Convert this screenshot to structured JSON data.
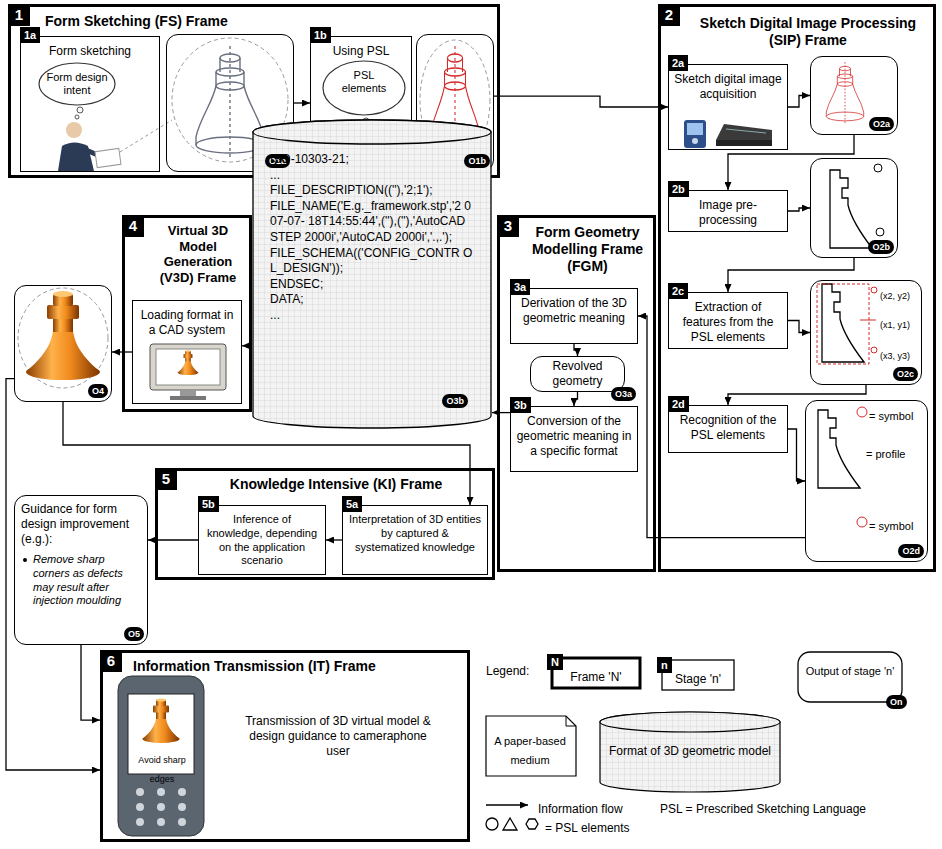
{
  "diagram": {
    "nodes": [
      {
        "text": [
          "1",
          "Form Sketching (FS) Frame"
        ]
      },
      {
        "text": [
          "1a",
          "Form sketching"
        ],
        "in": 0
      },
      {
        "text": [
          "Form design intent"
        ],
        "in": 1
      },
      {
        "text": [
          "O1a"
        ],
        "in": 0
      },
      {
        "text": [
          "1b",
          "Using PSL"
        ],
        "in": 0
      },
      {
        "text": [
          "PSL elements"
        ],
        "in": 4
      },
      {
        "text": [
          "O1b"
        ],
        "in": 0
      },
      {
        "text": [
          "2",
          "Sketch Digital Image Processing (SIP) Frame"
        ]
      },
      {
        "text": [
          "2a",
          "Sketch digital image acquisition"
        ],
        "in": 7
      },
      {
        "text": [
          "O2a"
        ],
        "in": 7
      },
      {
        "text": [
          "2b",
          "Image pre-processing"
        ],
        "in": 7
      },
      {
        "text": [
          "O2b"
        ],
        "in": 7
      },
      {
        "text": [
          "2c",
          "Extraction of features from the PSL elements"
        ],
        "in": 7
      },
      {
        "text": [
          "O2c"
        ],
        "in": 7
      },
      {
        "text": [
          "2d",
          "Recognition of the PSL elements"
        ],
        "in": 7
      },
      {
        "text": [
          "O2d"
        ],
        "in": 7
      },
      {
        "text": [
          "3",
          "Form Geometry Modelling Frame (FGM)"
        ]
      },
      {
        "text": [
          "3a",
          "Derivation of the 3D geometric meaning"
        ],
        "in": 16
      },
      {
        "text": [
          "Revolved geometry",
          "O3a"
        ],
        "in": 16
      },
      {
        "text": [
          "3b",
          "Conversion of the geometric meaning in a specific format"
        ],
        "in": 16
      },
      {
        "text": [
          "ISO-10303-21;",
          "...",
          "FILE_DESCRIPTION((''),'2;1');",
          "FILE_NAME('E.g._framework.stp','2 007-07- 18T14:55:44',(''),(''),'AutoCAD STEP 2000i','AutoCAD 2000i','.,.');",
          "FILE_SCHEMA(('CONFIG_CONTR OL_DESIGN'));",
          "ENDSEC;",
          "DATA;",
          "...",
          "O3b"
        ]
      },
      {
        "text": [
          "4",
          "Virtual 3D Model Generation (V3D) Frame"
        ]
      },
      {
        "text": [
          "Loading format in a CAD system"
        ],
        "in": 21
      },
      {
        "text": [
          "O4"
        ]
      },
      {
        "text": [
          "5",
          "Knowledge Intensive (KI) Frame"
        ]
      },
      {
        "text": [
          "5b",
          "Inference of knowledge, depending on the application scenario"
        ],
        "in": 24
      },
      {
        "text": [
          "5a",
          "Interpretation of 3D entities by captured & systematized knowledge"
        ],
        "in": 24
      },
      {
        "text": [
          "Guidance for form design improvement (e.g.):",
          "Remove sharp corners as defects may result after injection moulding",
          "O5"
        ]
      },
      {
        "text": [
          "6",
          "Information Transmission (IT) Frame",
          "Transmission of 3D virtual model & design guidance to cameraphone user"
        ]
      }
    ],
    "edges": [
      {
        "from": 3,
        "to": 4,
        "arrow": "to"
      },
      {
        "from": 6,
        "to": 8,
        "arrow": "to"
      },
      {
        "from": 8,
        "to": 9,
        "arrow": "to"
      },
      {
        "from": 9,
        "to": 10,
        "arrow": "to"
      },
      {
        "from": 10,
        "to": 11,
        "arrow": "to"
      },
      {
        "from": 11,
        "to": 12,
        "arrow": "to"
      },
      {
        "from": 12,
        "to": 13,
        "arrow": "to"
      },
      {
        "from": 13,
        "to": 14,
        "arrow": "to"
      },
      {
        "from": 14,
        "to": 15,
        "arrow": "to"
      },
      {
        "from": 15,
        "to": 17,
        "arrow": "to"
      },
      {
        "from": 17,
        "to": 18,
        "arrow": "to"
      },
      {
        "from": 18,
        "to": 19,
        "arrow": "to"
      },
      {
        "from": 19,
        "to": 20,
        "arrow": "to"
      },
      {
        "from": 20,
        "to": 22,
        "arrow": "to"
      },
      {
        "from": 22,
        "to": 23,
        "arrow": "to"
      },
      {
        "from": 23,
        "to": 26,
        "arrow": "to"
      },
      {
        "from": 26,
        "to": 25,
        "arrow": "to"
      },
      {
        "from": 25,
        "to": 27,
        "arrow": "to"
      },
      {
        "from": 23,
        "to": 28,
        "arrow": "to"
      },
      {
        "from": 27,
        "to": 28,
        "arrow": "to"
      }
    ],
    "labels": [
      "(x2, y2)",
      "(x1, y1)",
      "(x3, y3)",
      "= symbol",
      "= profile",
      "= symbol",
      "Avoid sharp edges",
      "Legend:",
      "N",
      "n",
      "On",
      "PSL = Prescribed Sketching Language"
    ],
    "legend": [
      {
        "text": "Frame 'N'"
      },
      {
        "text": "Stage 'n'"
      },
      {
        "text": "Output of stage 'n'"
      },
      {
        "text": "A paper-based medium"
      },
      {
        "text": "Format of 3D geometric model"
      },
      {
        "text": "Information flow"
      },
      {
        "text": "= PSL elements"
      }
    ]
  }
}
